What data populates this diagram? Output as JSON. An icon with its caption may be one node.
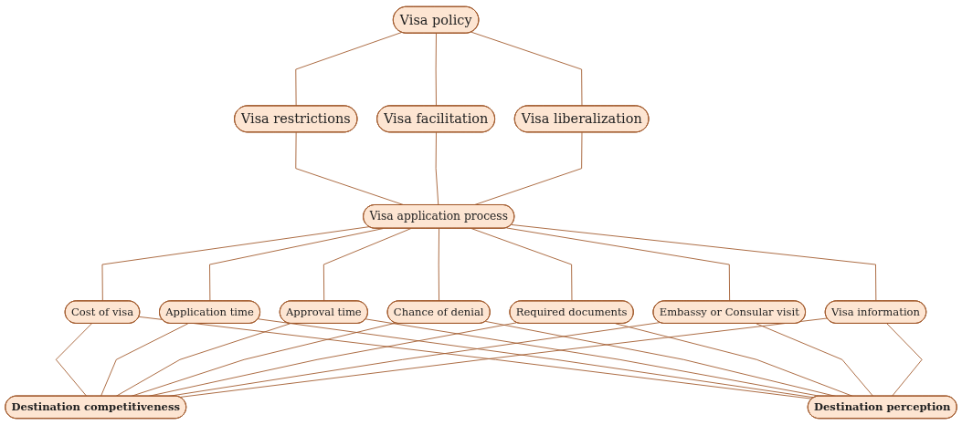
{
  "diagram": {
    "nodes": [
      {
        "text": [
          "Visa policy"
        ]
      },
      {
        "text": [
          "Visa restrictions"
        ]
      },
      {
        "text": [
          "Visa facilitation"
        ]
      },
      {
        "text": [
          "Visa liberalization"
        ]
      },
      {
        "text": [
          "Visa application process"
        ]
      },
      {
        "text": [
          "Cost of visa"
        ]
      },
      {
        "text": [
          "Application time"
        ]
      },
      {
        "text": [
          "Approval time"
        ]
      },
      {
        "text": [
          "Chance of denial"
        ]
      },
      {
        "text": [
          "Required documents"
        ]
      },
      {
        "text": [
          "Embassy or Consular visit"
        ]
      },
      {
        "text": [
          "Visa information"
        ]
      },
      {
        "text": [
          "Destination competitiveness"
        ]
      },
      {
        "text": [
          "Destination perception"
        ]
      }
    ],
    "edges": [
      {
        "from": 0,
        "to": 1,
        "arrow": "none"
      },
      {
        "from": 0,
        "to": 2,
        "arrow": "none"
      },
      {
        "from": 0,
        "to": 3,
        "arrow": "none"
      },
      {
        "from": 1,
        "to": 4,
        "arrow": "none"
      },
      {
        "from": 2,
        "to": 4,
        "arrow": "none"
      },
      {
        "from": 3,
        "to": 4,
        "arrow": "none"
      },
      {
        "from": 4,
        "to": 5,
        "arrow": "none"
      },
      {
        "from": 4,
        "to": 6,
        "arrow": "none"
      },
      {
        "from": 4,
        "to": 7,
        "arrow": "none"
      },
      {
        "from": 4,
        "to": 8,
        "arrow": "none"
      },
      {
        "from": 4,
        "to": 9,
        "arrow": "none"
      },
      {
        "from": 4,
        "to": 10,
        "arrow": "none"
      },
      {
        "from": 4,
        "to": 11,
        "arrow": "none"
      },
      {
        "from": 5,
        "to": 12,
        "arrow": "none"
      },
      {
        "from": 5,
        "to": 13,
        "arrow": "none"
      },
      {
        "from": 6,
        "to": 12,
        "arrow": "none"
      },
      {
        "from": 6,
        "to": 13,
        "arrow": "none"
      },
      {
        "from": 7,
        "to": 12,
        "arrow": "none"
      },
      {
        "from": 7,
        "to": 13,
        "arrow": "none"
      },
      {
        "from": 8,
        "to": 12,
        "arrow": "none"
      },
      {
        "from": 8,
        "to": 13,
        "arrow": "none"
      },
      {
        "from": 9,
        "to": 12,
        "arrow": "none"
      },
      {
        "from": 9,
        "to": 13,
        "arrow": "none"
      },
      {
        "from": 10,
        "to": 12,
        "arrow": "none"
      },
      {
        "from": 10,
        "to": 13,
        "arrow": "none"
      },
      {
        "from": 11,
        "to": 12,
        "arrow": "none"
      },
      {
        "from": 11,
        "to": 13,
        "arrow": "none"
      }
    ]
  }
}
